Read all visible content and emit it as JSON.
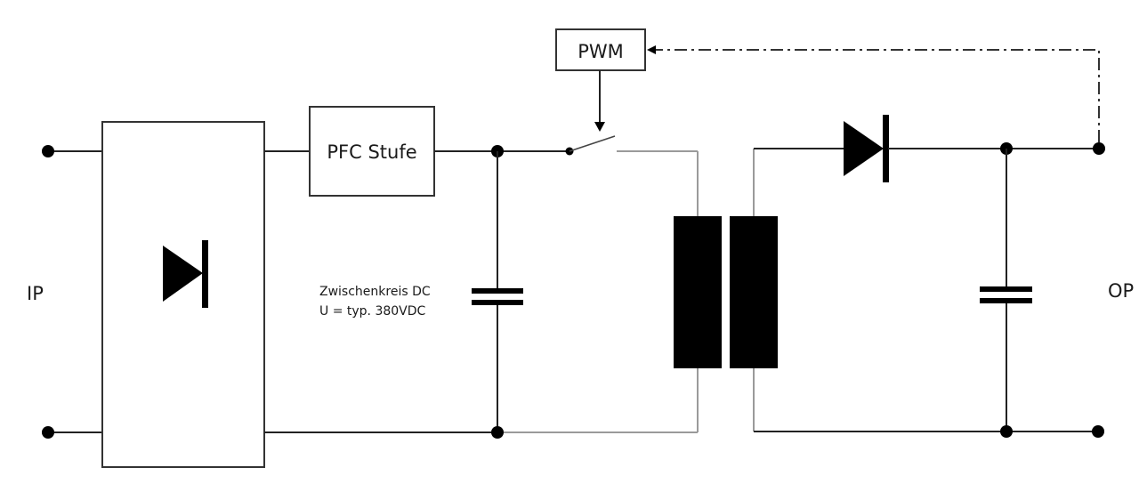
{
  "diagram": {
    "title": "Switching power supply block diagram",
    "input_label": "IP",
    "output_label": "OP",
    "blocks": {
      "rectifier": {
        "label": "",
        "symbol": "diode"
      },
      "pfc": {
        "label": "PFC Stufe"
      },
      "pwm": {
        "label": "PWM"
      }
    },
    "dc_link": {
      "line1": "Zwischenkreis DC",
      "line2": "U = typ. 380VDC"
    },
    "components": [
      "input-terminal-top",
      "input-terminal-bottom",
      "rectifier-bridge",
      "pfc-stage",
      "dc-link-capacitor",
      "switch",
      "pwm-controller",
      "transformer",
      "output-diode",
      "output-capacitor",
      "output-terminal-top",
      "output-terminal-bottom",
      "feedback-path"
    ],
    "colors": {
      "line": "#222222",
      "secondary_line": "#9a9a9a",
      "fill": "#000000",
      "background": "#ffffff"
    }
  }
}
